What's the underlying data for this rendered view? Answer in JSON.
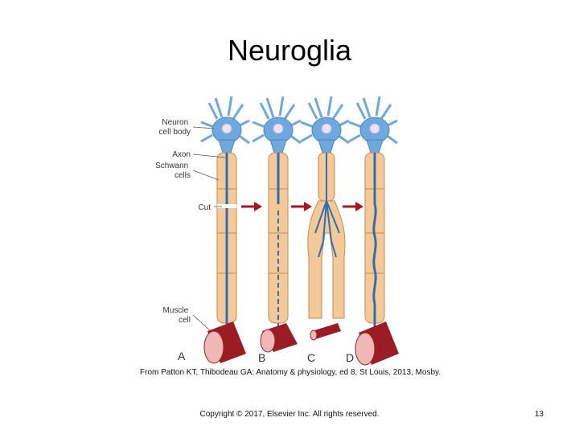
{
  "slide": {
    "title": "Neuroglia",
    "caption": "From Patton KT, Thibodeau GA: Anatomy & physiology, ed 8, St Louis, 2013, Mosby.",
    "copyright": "Copyright © 2017, Elsevier Inc. All rights reserved.",
    "page_number": "13"
  },
  "figure": {
    "labels": {
      "neuron_cell_body": [
        "Neuron",
        "cell body"
      ],
      "axon": "Axon",
      "schwann_cells": [
        "Schwann",
        "cells"
      ],
      "cut": "Cut",
      "muscle_cell": [
        "Muscle",
        "cell"
      ]
    },
    "panels": [
      "A",
      "B",
      "C",
      "D"
    ],
    "colors": {
      "neuron": "#6fa8dc",
      "nucleus": "#e8e4f4",
      "schwann": "#f3c99a",
      "schwann_edge": "#c98a4b",
      "axon": "#2f6fb0",
      "muscle": "#9b1c24",
      "muscle_end": "#f0b7b7",
      "arrow": "#a5171d"
    }
  }
}
